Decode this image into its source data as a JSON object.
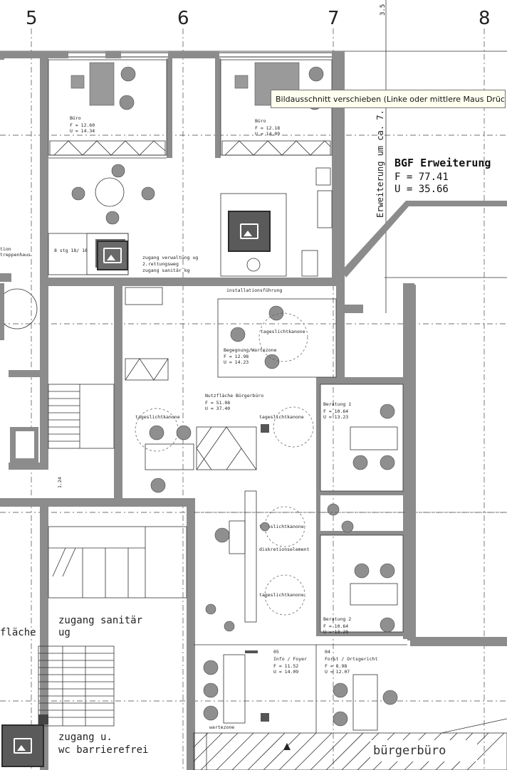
{
  "grid": {
    "axes": [
      "5",
      "6",
      "7",
      "8"
    ],
    "dimension_top": "3.5"
  },
  "tooltip": "Bildausschnitt verschieben (Linke oder mittlere Maus Drücken-",
  "bgf": {
    "title": "BGF Erweiterung",
    "f": "F = 77.41",
    "u": "U = 35.66",
    "side_label": "Erweiterung um ca. 7."
  },
  "rooms": {
    "buero1": {
      "name": "Büro",
      "f": "F = 12.60",
      "u": "U = 14.34"
    },
    "buero2": {
      "name": "Büro",
      "f": "F = 12.18",
      "u": "U = 14.09"
    },
    "begegnung": {
      "name": "Begegnung/Wartezone",
      "f": "F = 12.98",
      "u": "U = 14.23"
    },
    "nutzflaeche": {
      "name": "Nutzfläche Bürgerbüro",
      "f": "F = 51.08",
      "u": "U = 37.40"
    },
    "beratung1": {
      "name": "Beratung 1",
      "f": "F = 10.64",
      "u": "U = 13.23"
    },
    "beratung2": {
      "name": "Beratung 2",
      "f": "F = 10.64",
      "u": "U = 13.20"
    },
    "info": {
      "num": "05",
      "name": "Info / Foyer",
      "f": "F = 11.52",
      "u": "U = 14.09"
    },
    "forst": {
      "num": "04",
      "name": "Forst / Ortsgericht",
      "f": "F = 8.98",
      "u": "U = 12.07"
    }
  },
  "notes": {
    "stair": "8 stg 18/ 16",
    "zugang1": "zugang verwaltung ug",
    "zugang2": "2.rettungsweg",
    "zugang3": "zugang sanitär kg",
    "installation": "installationsführung",
    "tageslicht": "tageslichtkanone",
    "diskretion": "diskretionselement",
    "wartezone": "wartezone",
    "left_top1": "tion",
    "left_top2": "treppenhaus",
    "dim": "1.24"
  },
  "labels": {
    "zugang_sanitaer": "zugang sanitär",
    "ug": "ug",
    "flaeche": "fläche",
    "zugang_u": "zugang u.",
    "wc": "wc barrierefrei",
    "buergerbuero": "bürgerbüro"
  }
}
